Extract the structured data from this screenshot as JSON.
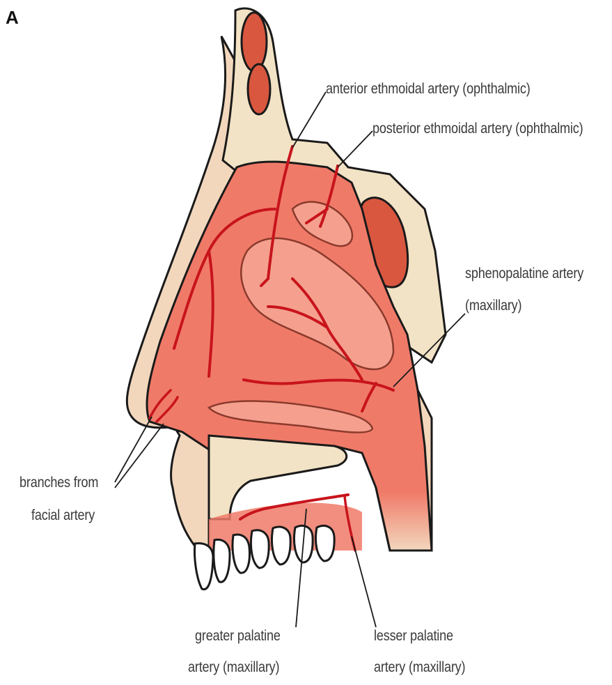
{
  "panel": {
    "letter": "A"
  },
  "labels": {
    "anterior_ethmoidal": "anterior ethmoidal artery (ophthalmic)",
    "posterior_ethmoidal": "posterior ethmoidal artery (ophthalmic)",
    "sphenopalatine_line1": "sphenopalatine artery",
    "sphenopalatine_line2": "(maxillary)",
    "facial_line1": "branches from",
    "facial_line2": "facial artery",
    "greater_palatine_line1": "greater palatine",
    "greater_palatine_line2": "artery (maxillary)",
    "lesser_palatine_line1": "lesser palatine",
    "lesser_palatine_line2": "artery (maxillary)"
  },
  "colors": {
    "mucosa": "#f07a68",
    "mucosa_light": "#f5a08f",
    "bone": "#f3e3c6",
    "skin": "#f2d7bd",
    "sinus": "#d9573f",
    "artery": "#c8141c",
    "outline": "#1a1a1a"
  }
}
